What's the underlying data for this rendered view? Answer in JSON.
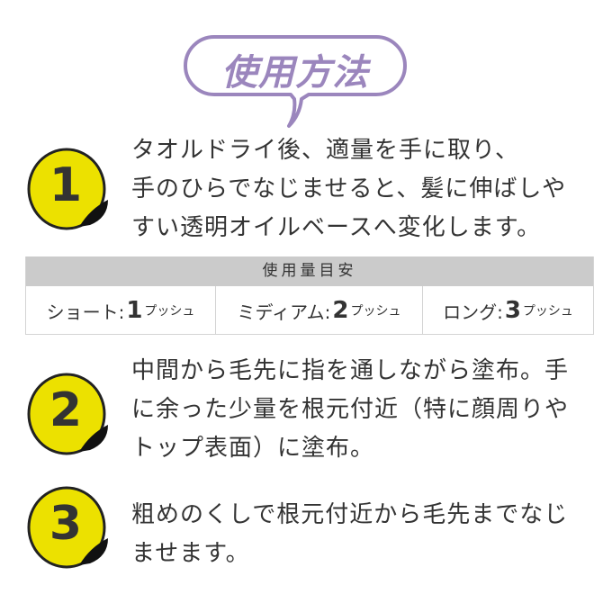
{
  "title": "使用方法",
  "colors": {
    "accent": "#9b86bd",
    "badge": "#ece100",
    "header_bg": "#cbcbcb"
  },
  "steps": [
    {
      "number": "1",
      "text": "タオルドライ後、適量を手に取り、\n手のひらでなじませると、髪に伸ばしや\nすい透明オイルベースへ変化します。"
    },
    {
      "number": "2",
      "text": "中間から毛先に指を通しながら塗布。手\nに余った少量を根元付近（特に顔周りや\nトップ表面）に塗布。"
    },
    {
      "number": "3",
      "text": "粗めのくしで根元付近から毛先までなじ\nませます。"
    }
  ],
  "table": {
    "header": "使用量目安",
    "cells": [
      {
        "label": "ショート:",
        "count": "1",
        "unit": "プッシュ"
      },
      {
        "label": "ミディアム:",
        "count": "2",
        "unit": "プッシュ"
      },
      {
        "label": "ロング:",
        "count": "3",
        "unit": "プッシュ"
      }
    ]
  }
}
